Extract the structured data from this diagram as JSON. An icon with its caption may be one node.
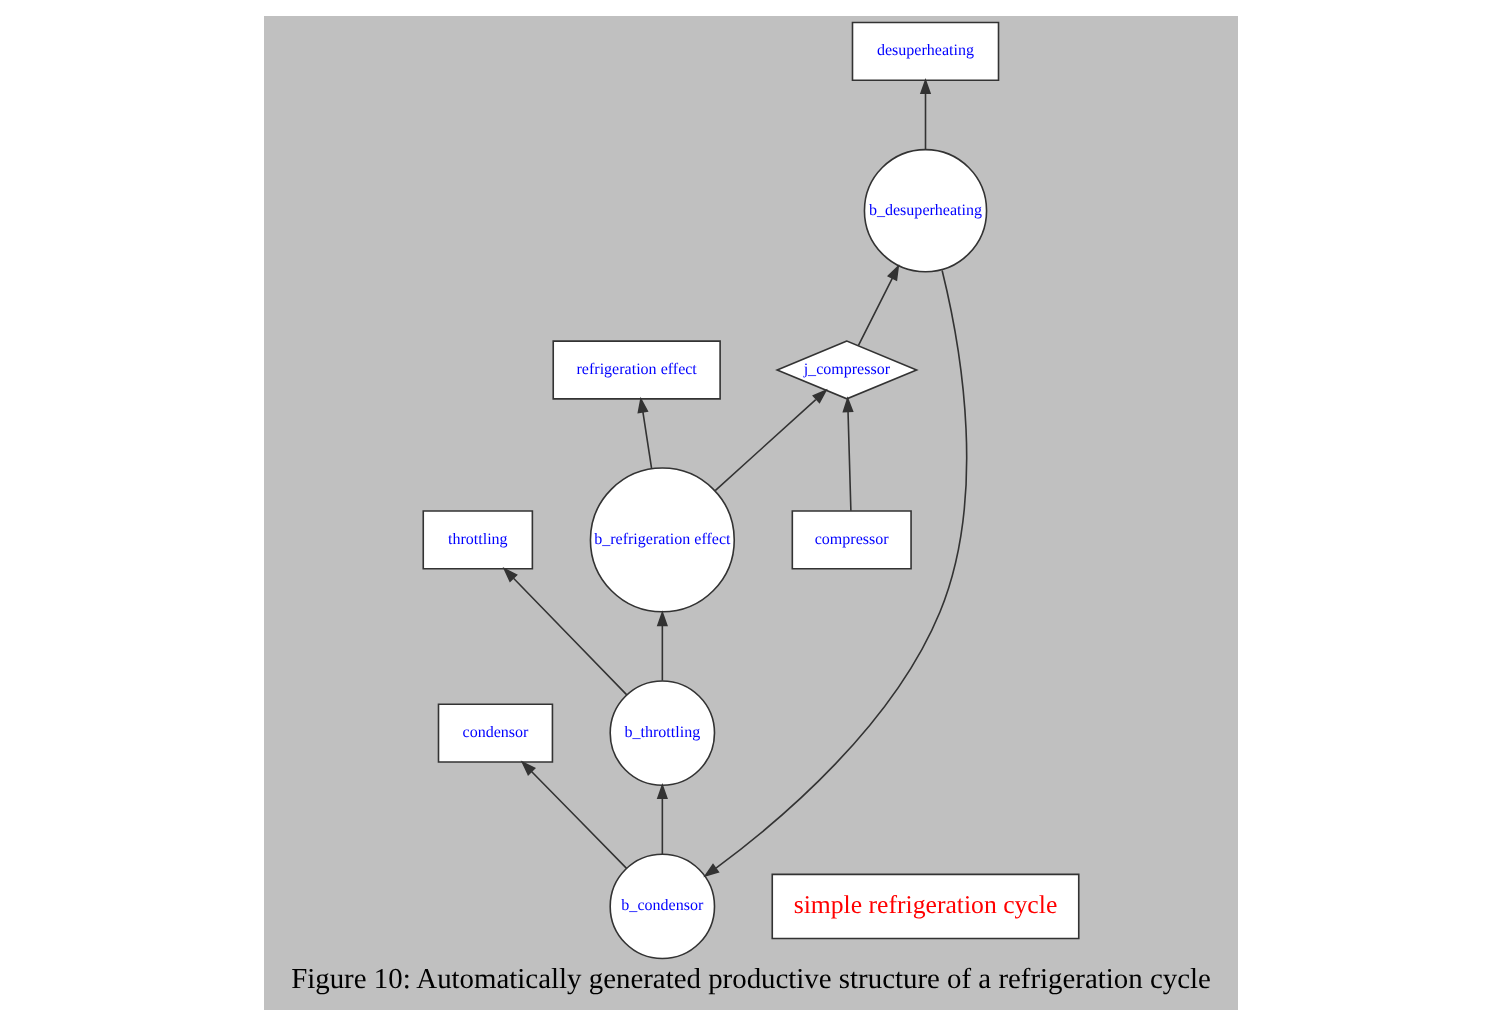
{
  "diagram": {
    "caption": "Figure 10: Automatically generated productive structure of a refrigeration cycle",
    "nodes": [
      {
        "text": [
          "condensor"
        ]
      },
      {
        "text": [
          "desuperheating"
        ]
      },
      {
        "text": [
          "b_condensor"
        ]
      },
      {
        "text": [
          "b_desuperheating"
        ]
      },
      {
        "text": [
          "throttling"
        ]
      },
      {
        "text": [
          "refrigeration effect"
        ]
      },
      {
        "text": [
          "compressor"
        ]
      },
      {
        "text": [
          "b_throttling"
        ]
      },
      {
        "text": [
          "b_refrigeration effect"
        ]
      },
      {
        "text": [
          "j_compressor"
        ]
      },
      {
        "text": [
          "simple refrigeration cycle"
        ]
      }
    ],
    "edges": [
      {
        "from": 2,
        "to": 0,
        "arrow": "to"
      },
      {
        "from": 3,
        "to": 1,
        "arrow": "to"
      },
      {
        "from": 3,
        "to": 2,
        "arrow": "to"
      },
      {
        "from": 2,
        "to": 7,
        "arrow": "to"
      },
      {
        "from": 9,
        "to": 3,
        "arrow": "to"
      },
      {
        "from": 7,
        "to": 4,
        "arrow": "to"
      },
      {
        "from": 7,
        "to": 8,
        "arrow": "to"
      },
      {
        "from": 8,
        "to": 5,
        "arrow": "to"
      },
      {
        "from": 8,
        "to": 9,
        "arrow": "to"
      },
      {
        "from": 6,
        "to": 9,
        "arrow": "to"
      }
    ]
  }
}
